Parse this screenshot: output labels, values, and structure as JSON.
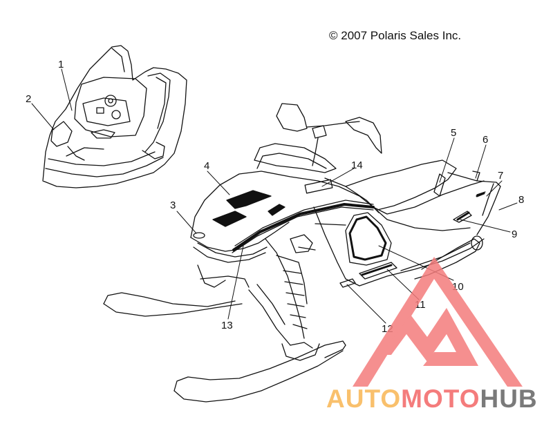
{
  "copyright": "© 2007 Polaris Sales Inc.",
  "callouts": [
    "1",
    "2",
    "3",
    "4",
    "5",
    "6",
    "7",
    "8",
    "9",
    "10",
    "11",
    "12",
    "13",
    "14"
  ],
  "watermark": {
    "part1": "AUTO",
    "part2": "MOTO",
    "part3": "HUB",
    "colors": {
      "auto": "#f9c06c",
      "moto": "#f47c7c",
      "hub": "#7a7a7a",
      "triangle": "#f47c7c"
    }
  }
}
